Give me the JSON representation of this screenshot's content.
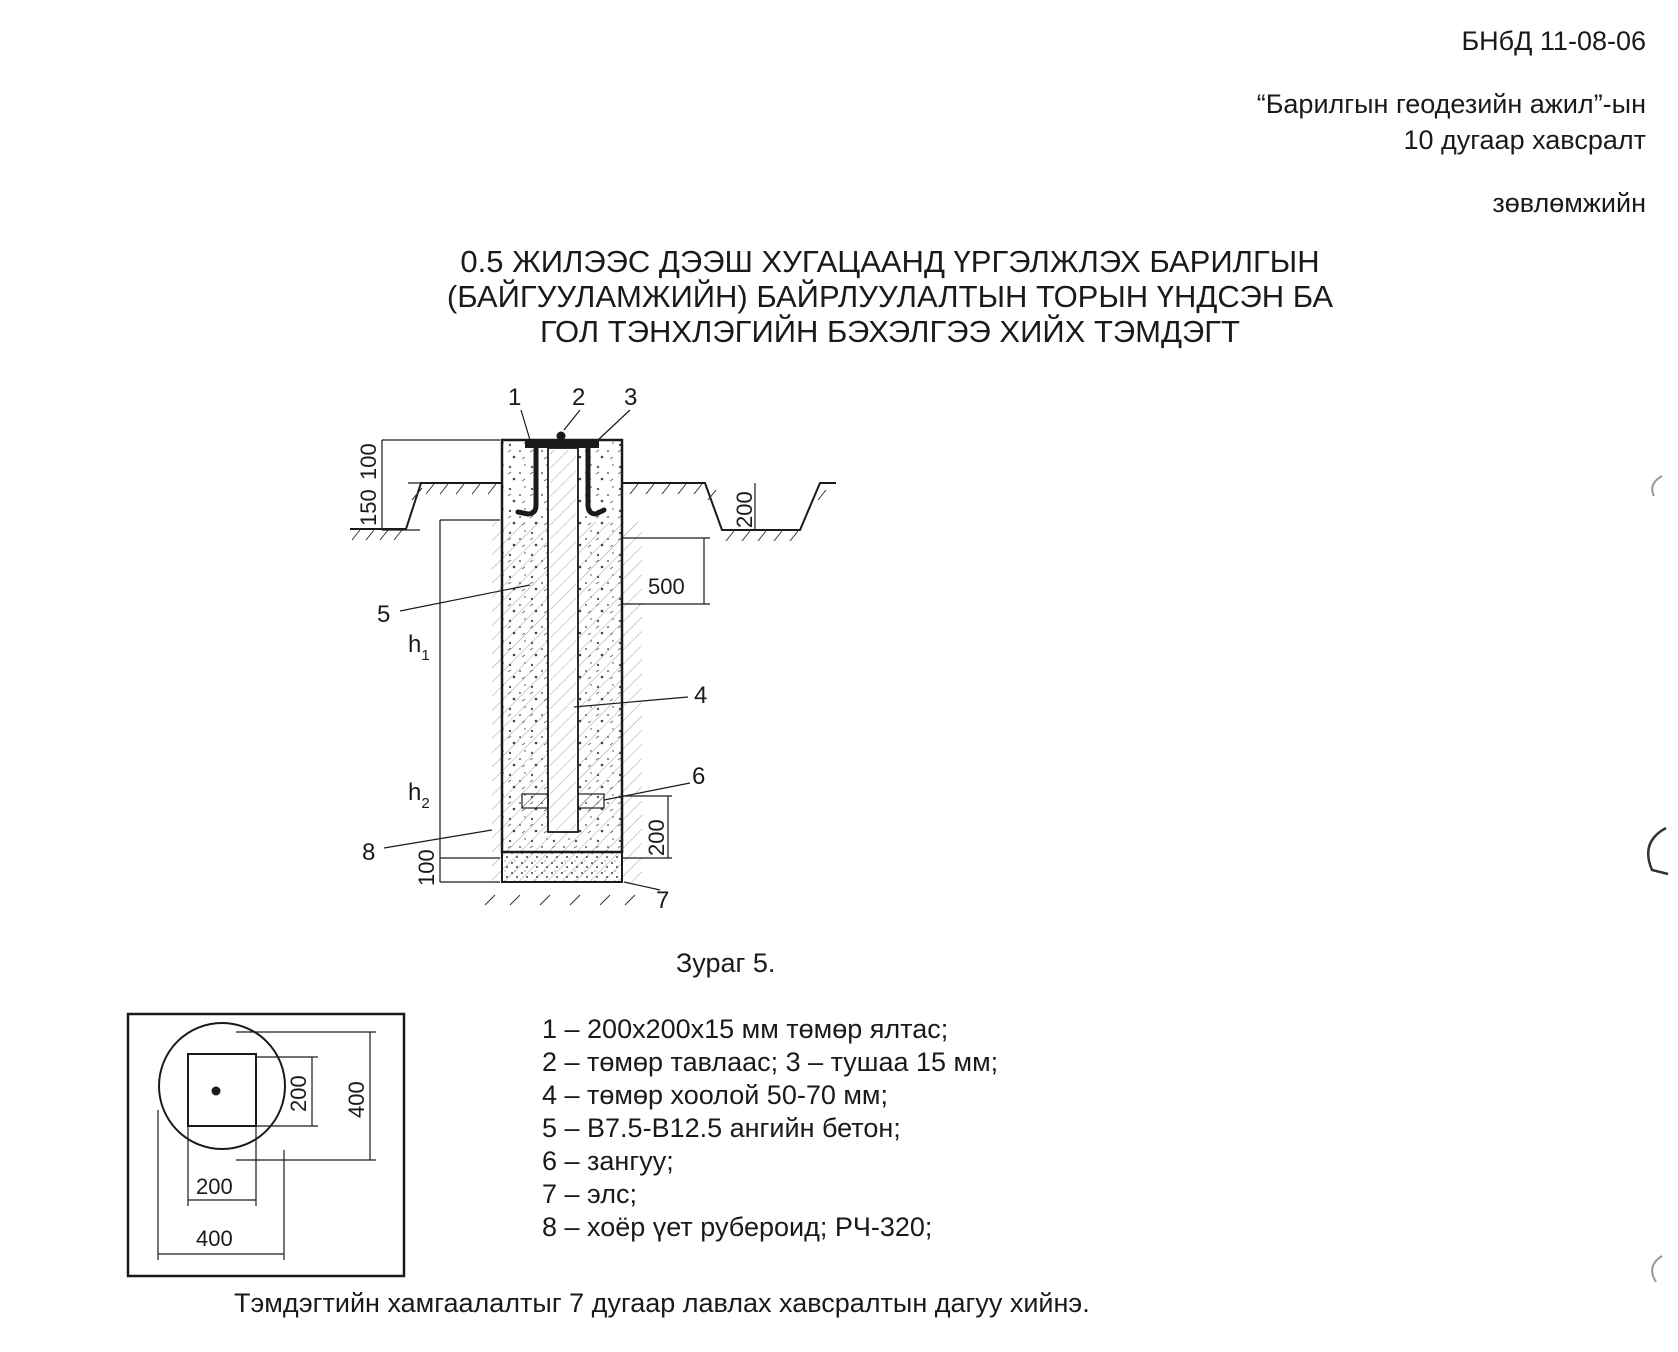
{
  "header": {
    "doc_code": "БНбД 11-08-06",
    "appendix_ref_line1": "“Барилгын геодезийн ажил”-ын",
    "appendix_ref_line2": "10 дугаар хавсралт",
    "recommendation": "зөвлөмжийн"
  },
  "title": {
    "line1": "0.5 ЖИЛЭЭС ДЭЭШ  ХУГАЦААНД ҮРГЭЛЖЛЭХ БАРИЛГЫН",
    "line2": "(БАЙГУУЛАМЖИЙН) БАЙРЛУУЛАЛТЫН ТОРЫН  ҮНДСЭН БА",
    "line3": "ГОЛ ТЭНХЛЭГИЙН БЭХЭЛГЭЭ ХИЙХ  ТЭМДЭГТ"
  },
  "section_drawing": {
    "callouts": {
      "c1": "1",
      "c2": "2",
      "c3": "3",
      "c4": "4",
      "c5": "5",
      "c6": "6",
      "c7": "7",
      "c8": "8"
    },
    "dims": {
      "top_100": "100",
      "top_150": "150",
      "ditch_200": "200",
      "width_500": "500",
      "h1": "h",
      "h1_sub": "1",
      "h2": "h",
      "h2_sub": "2",
      "bottom_200": "200",
      "bottom_100": "100"
    }
  },
  "caption": "Зураг 5.",
  "plan_view": {
    "dim_200_vertical": "200",
    "dim_400_vertical": "400",
    "dim_200_horizontal": "200",
    "dim_400_horizontal": "400"
  },
  "legend": {
    "items": [
      "1 – 200x200x15 мм төмөр ялтас;",
      "2 – төмөр тавлаас; 3 – тушаа 15 мм;",
      "4 – төмөр хоолой  50-70 мм;",
      "5 – B7.5-B12.5 ангийн бетон;",
      "6 – зангуу;",
      "7 – элс;",
      "8 – хоёр үет рубероид; РЧ-320;"
    ]
  },
  "footer": "Тэмдэгтийн хамгаалалтыг 7 дугаар лавлах хавсралтын дагуу хийнэ."
}
